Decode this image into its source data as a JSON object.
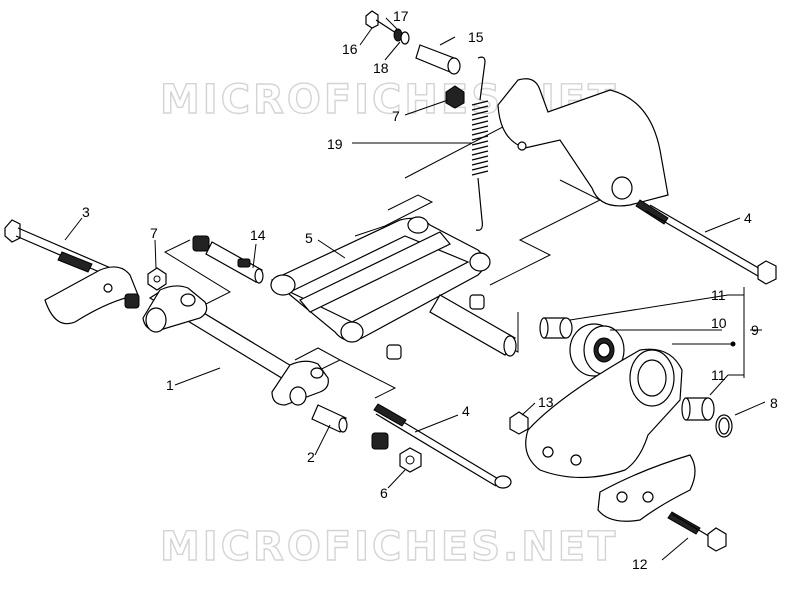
{
  "watermark": {
    "text": "MICROFICHES.NET"
  },
  "callouts": {
    "c1": "1",
    "c2": "2",
    "c3": "3",
    "c4a": "4",
    "c4b": "4",
    "c5": "5",
    "c6": "6",
    "c7a": "7",
    "c7b": "7",
    "c8": "8",
    "c9": "9",
    "c10": "10",
    "c11a": "11",
    "c11b": "11",
    "c12": "12",
    "c13": "13",
    "c14": "14",
    "c15": "15",
    "c16": "16",
    "c17": "17",
    "c18": "18",
    "c19": "19"
  }
}
